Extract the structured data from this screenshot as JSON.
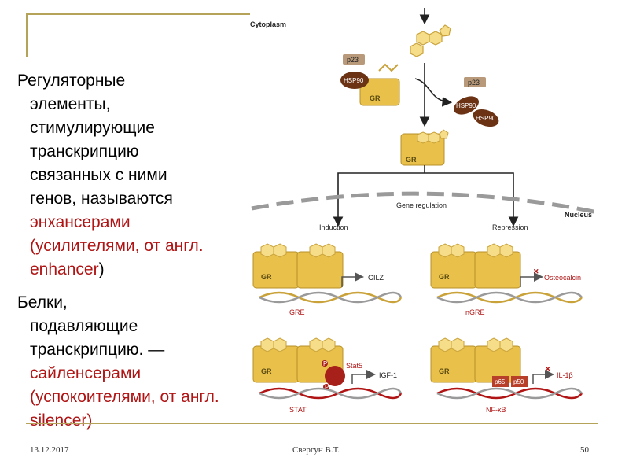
{
  "text": {
    "p1_lines": [
      "Регуляторные",
      "элементы,",
      "стимулирующие",
      "транскрипцию",
      "связанных с ними",
      "генов, называются"
    ],
    "p1_red": "энхансерами (усилителями, от англ. enhancer",
    "p1_tail": ")",
    "p2_lines": [
      "Белки,",
      "подавляющие",
      "транскрипцию. —"
    ],
    "p2_red": "сайленсерами (успокоителями, от англ. silencer)"
  },
  "diagram": {
    "cytoplasm": "Cytoplasm",
    "nucleus": "Nucleus",
    "gene_regulation": "Gene regulation",
    "induction": "Induction",
    "repression": "Repression",
    "p23": "p23",
    "hsp90": "HSP90",
    "gr": "GR",
    "gilz": "GILZ",
    "gre": "GRE",
    "osteocalcin": "Osteocalcin",
    "ngre": "nGRE",
    "stat5": "Stat5",
    "p_mark": "P",
    "igf1": "IGF-1",
    "stat": "STAT",
    "p65": "p65",
    "p50": "p50",
    "il1b": "IL-1β",
    "nfkb": "NF-κB"
  },
  "footer": {
    "date": "13.12.2017",
    "author": "Свергун В.Т.",
    "page": "50"
  },
  "colors": {
    "accent_red": "#b01414",
    "gold": "#e8c04a",
    "line": "#b5a35a"
  }
}
